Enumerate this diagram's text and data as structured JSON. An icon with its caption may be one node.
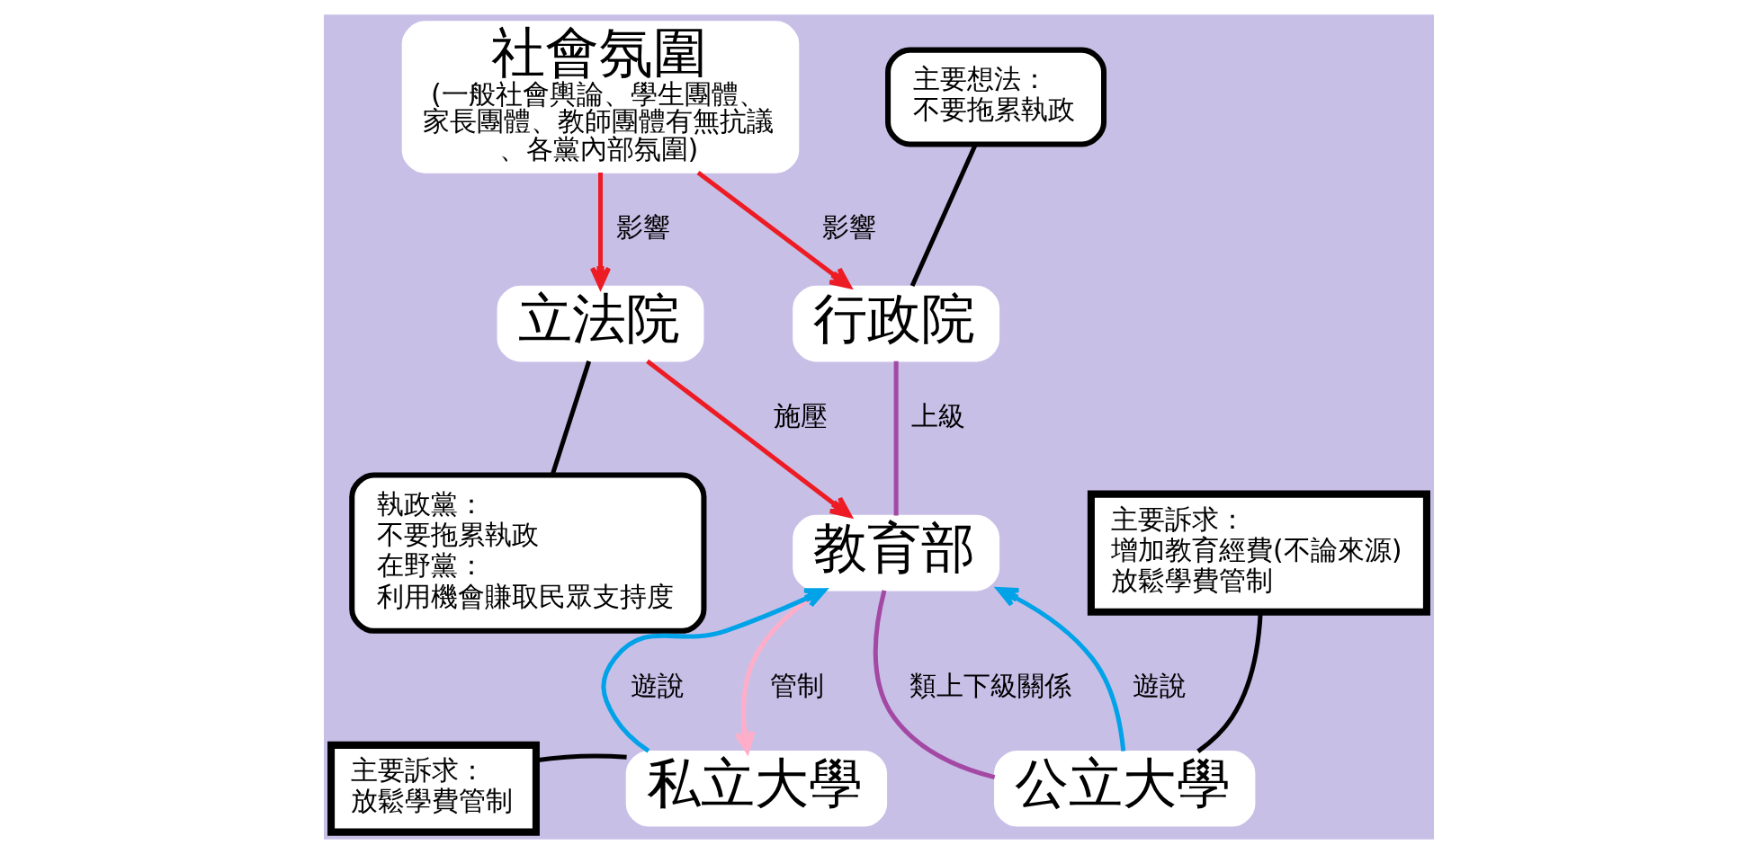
{
  "diagram": {
    "nodes": [
      {
        "text": [
          "社會氛圍",
          "(一般社會輿論、學生團體、家長團體、教師團體有無抗議、各黨內部氛圍)"
        ]
      },
      {
        "text": [
          "主要想法：",
          "不要拖累執政"
        ]
      },
      {
        "text": [
          "立法院"
        ]
      },
      {
        "text": [
          "行政院"
        ]
      },
      {
        "text": [
          "主要訴求：",
          "增加教育經費(不論來源)",
          "放鬆學費管制"
        ]
      },
      {
        "text": [
          "執政黨：",
          "不要拖累執政",
          "在野黨：",
          "利用機會賺取民眾支持度"
        ]
      },
      {
        "text": [
          "教育部"
        ]
      },
      {
        "text": [
          "公立大學"
        ]
      },
      {
        "text": [
          "主要訴求：",
          "放鬆學費管制"
        ]
      },
      {
        "text": [
          "私立大學"
        ]
      }
    ],
    "edges": [
      {
        "from": 0,
        "to": 2,
        "arrow": "to",
        "label": "影響",
        "color": "#ed1c24"
      },
      {
        "from": 0,
        "to": 3,
        "arrow": "to",
        "label": "影響",
        "color": "#ed1c24"
      },
      {
        "from": 1,
        "to": 3,
        "arrow": "none"
      },
      {
        "from": 5,
        "to": 2,
        "arrow": "none"
      },
      {
        "from": 2,
        "to": 6,
        "arrow": "to",
        "label": "施壓",
        "color": "#ed1c24"
      },
      {
        "from": 3,
        "to": 6,
        "arrow": "none",
        "label": "上級",
        "color": "#a349a4"
      },
      {
        "from": 4,
        "to": 7,
        "arrow": "none"
      },
      {
        "from": 7,
        "to": 6,
        "arrow": "none",
        "label": "類上下級關係",
        "color": "#a349a4"
      },
      {
        "from": 7,
        "to": 6,
        "arrow": "to",
        "label": "遊說",
        "color": "#00a2e8"
      },
      {
        "from": 9,
        "to": 6,
        "arrow": "to",
        "label": "遊說",
        "color": "#00a2e8"
      },
      {
        "from": 6,
        "to": 9,
        "arrow": "to",
        "label": "管制",
        "color": "#ffaec9"
      },
      {
        "from": 8,
        "to": 9,
        "arrow": "none"
      }
    ]
  }
}
